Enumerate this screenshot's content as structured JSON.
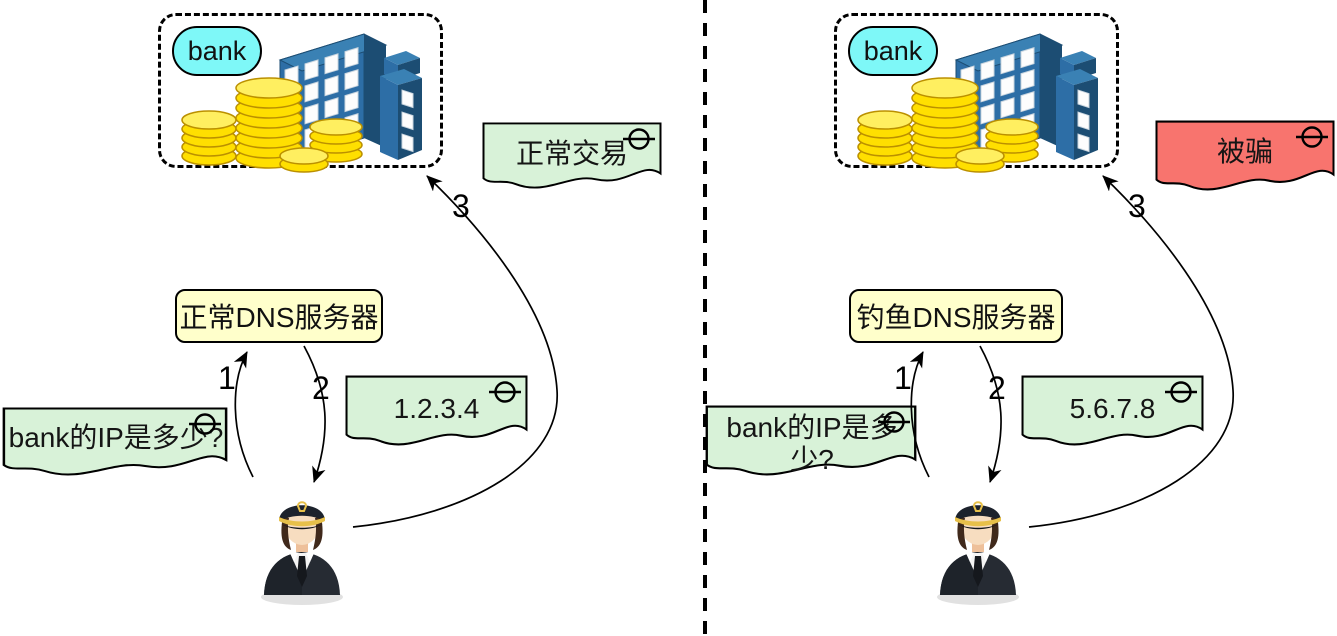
{
  "colors": {
    "note_green": "#d8f2d8",
    "note_red": "#f8746e",
    "label_yellow": "#ffffcb",
    "bank_cyan": "#7ef8f8"
  },
  "icons": {
    "note_anchor": "circle-with-horizontal-line (UML note anchor)"
  },
  "panels": [
    {
      "name": "normal-dns-flow",
      "bank_label": "bank",
      "dns_label": "正常DNS服务器",
      "query_note": "bank的IP是多少?",
      "reply_note": "1.2.3.4",
      "outcome_note": "正常交易",
      "step1": "1",
      "step2": "2",
      "step3": "3"
    },
    {
      "name": "phishing-dns-flow",
      "bank_label": "bank",
      "dns_label": "钓鱼DNS服务器",
      "query_note": "bank的IP是多少?",
      "reply_note": "5.6.7.8",
      "outcome_note": "被骗",
      "step1": "1",
      "step2": "2",
      "step3": "3"
    }
  ]
}
